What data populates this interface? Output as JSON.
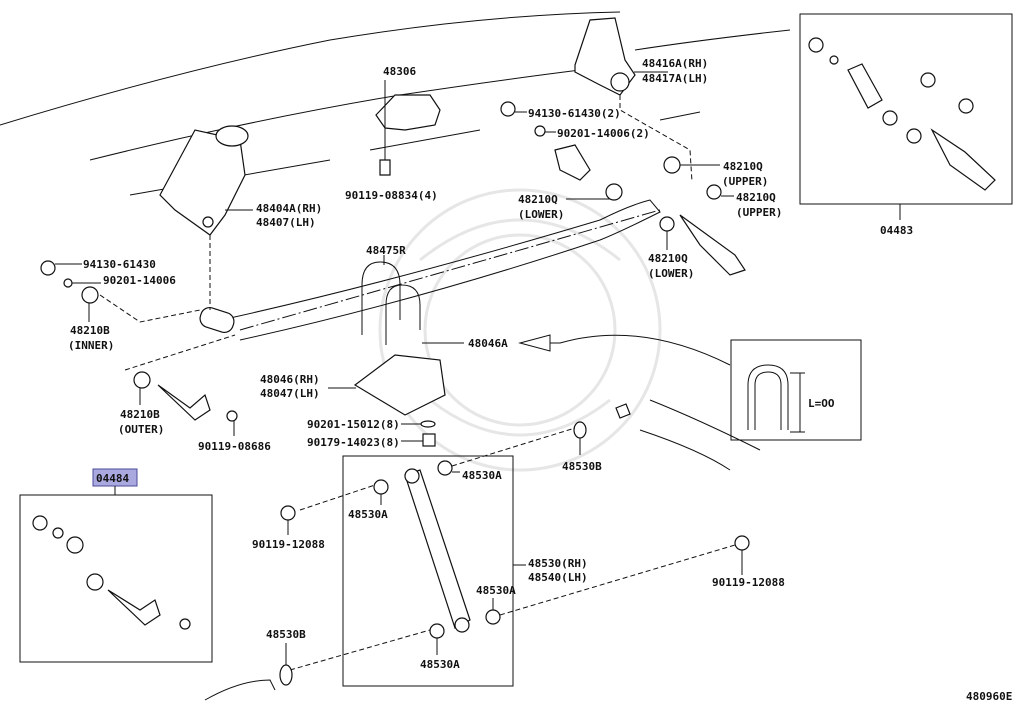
{
  "diagram_code": "480960E",
  "highlighted_color": "#a9a9e0",
  "labels": {
    "p48306": "48306",
    "p48416a": "48416A(RH)",
    "p48417a": "48417A(LH)",
    "p94130_2": "94130-61430(2)",
    "p90201_2": "90201-14006(2)",
    "p48210q_upper1": "48210Q",
    "upper1": "(UPPER)",
    "p48210q_upper2": "48210Q",
    "upper2": "(UPPER)",
    "p48210q_lower1": "48210Q",
    "lower1": "(LOWER)",
    "p48210q_lower2": "48210Q",
    "lower2": "(LOWER)",
    "p90119_08834": "90119-08834(4)",
    "p48404a": "48404A(RH)",
    "p48407": "48407(LH)",
    "p48475r": "48475R",
    "p94130": "94130-61430",
    "p90201": "90201-14006",
    "p48210b_inner": "48210B",
    "inner": "(INNER)",
    "p48046a": "48046A",
    "p48046": "48046(RH)",
    "p48047": "48047(LH)",
    "p48210b_outer": "48210B",
    "outer": "(OUTER)",
    "p90119_08686": "90119-08686",
    "p90201_15012": "90201-15012(8)",
    "p90179_14023": "90179-14023(8)",
    "p48530a_1": "48530A",
    "p48530a_2": "48530A",
    "p48530a_3": "48530A",
    "p48530a_4": "48530A",
    "p48530b_1": "48530B",
    "p48530b_2": "48530B",
    "p90119_12088_1": "90119-12088",
    "p90119_12088_2": "90119-12088",
    "p48530": "48530(RH)",
    "p48540": "48540(LH)",
    "kit_04484": "04484",
    "kit_04483": "04483",
    "ubolt_length": "L=OO"
  }
}
